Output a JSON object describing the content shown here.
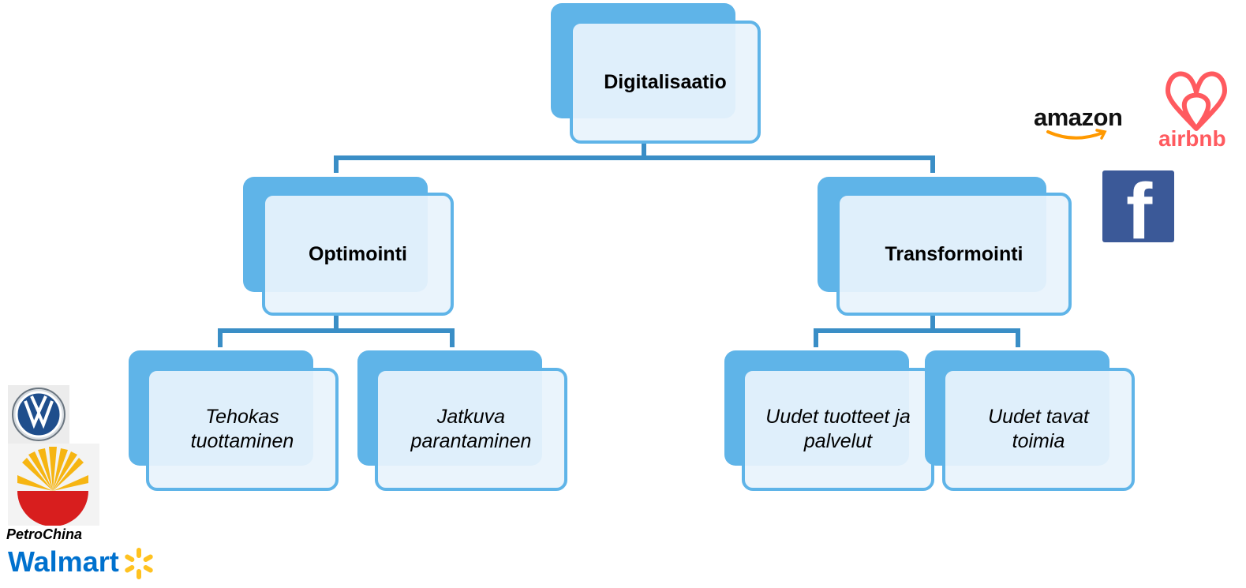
{
  "diagram": {
    "root": {
      "label": "Digitalisaatio"
    },
    "branches": [
      {
        "label": "Optimointi",
        "children": [
          {
            "label": "Tehokas tuottaminen"
          },
          {
            "label": "Jatkuva parantaminen"
          }
        ]
      },
      {
        "label": "Transformointi",
        "children": [
          {
            "label": "Uudet tuotteet ja palvelut"
          },
          {
            "label": "Uudet tavat toimia"
          }
        ]
      }
    ]
  },
  "logos": {
    "amazon": "amazon",
    "airbnb": "airbnb",
    "facebook": "f",
    "volkswagen": "VW",
    "petrochina": "PetroChina",
    "walmart": "Walmart"
  },
  "colors": {
    "node_fill": "#5fb4e8",
    "node_front": "#e8f3fc",
    "connector": "#3a8ec6",
    "facebook": "#3b5998",
    "airbnb": "#ff5a5f",
    "walmart": "#0071ce",
    "walmart_spark": "#ffc220",
    "amazon_smile": "#ff9900"
  }
}
